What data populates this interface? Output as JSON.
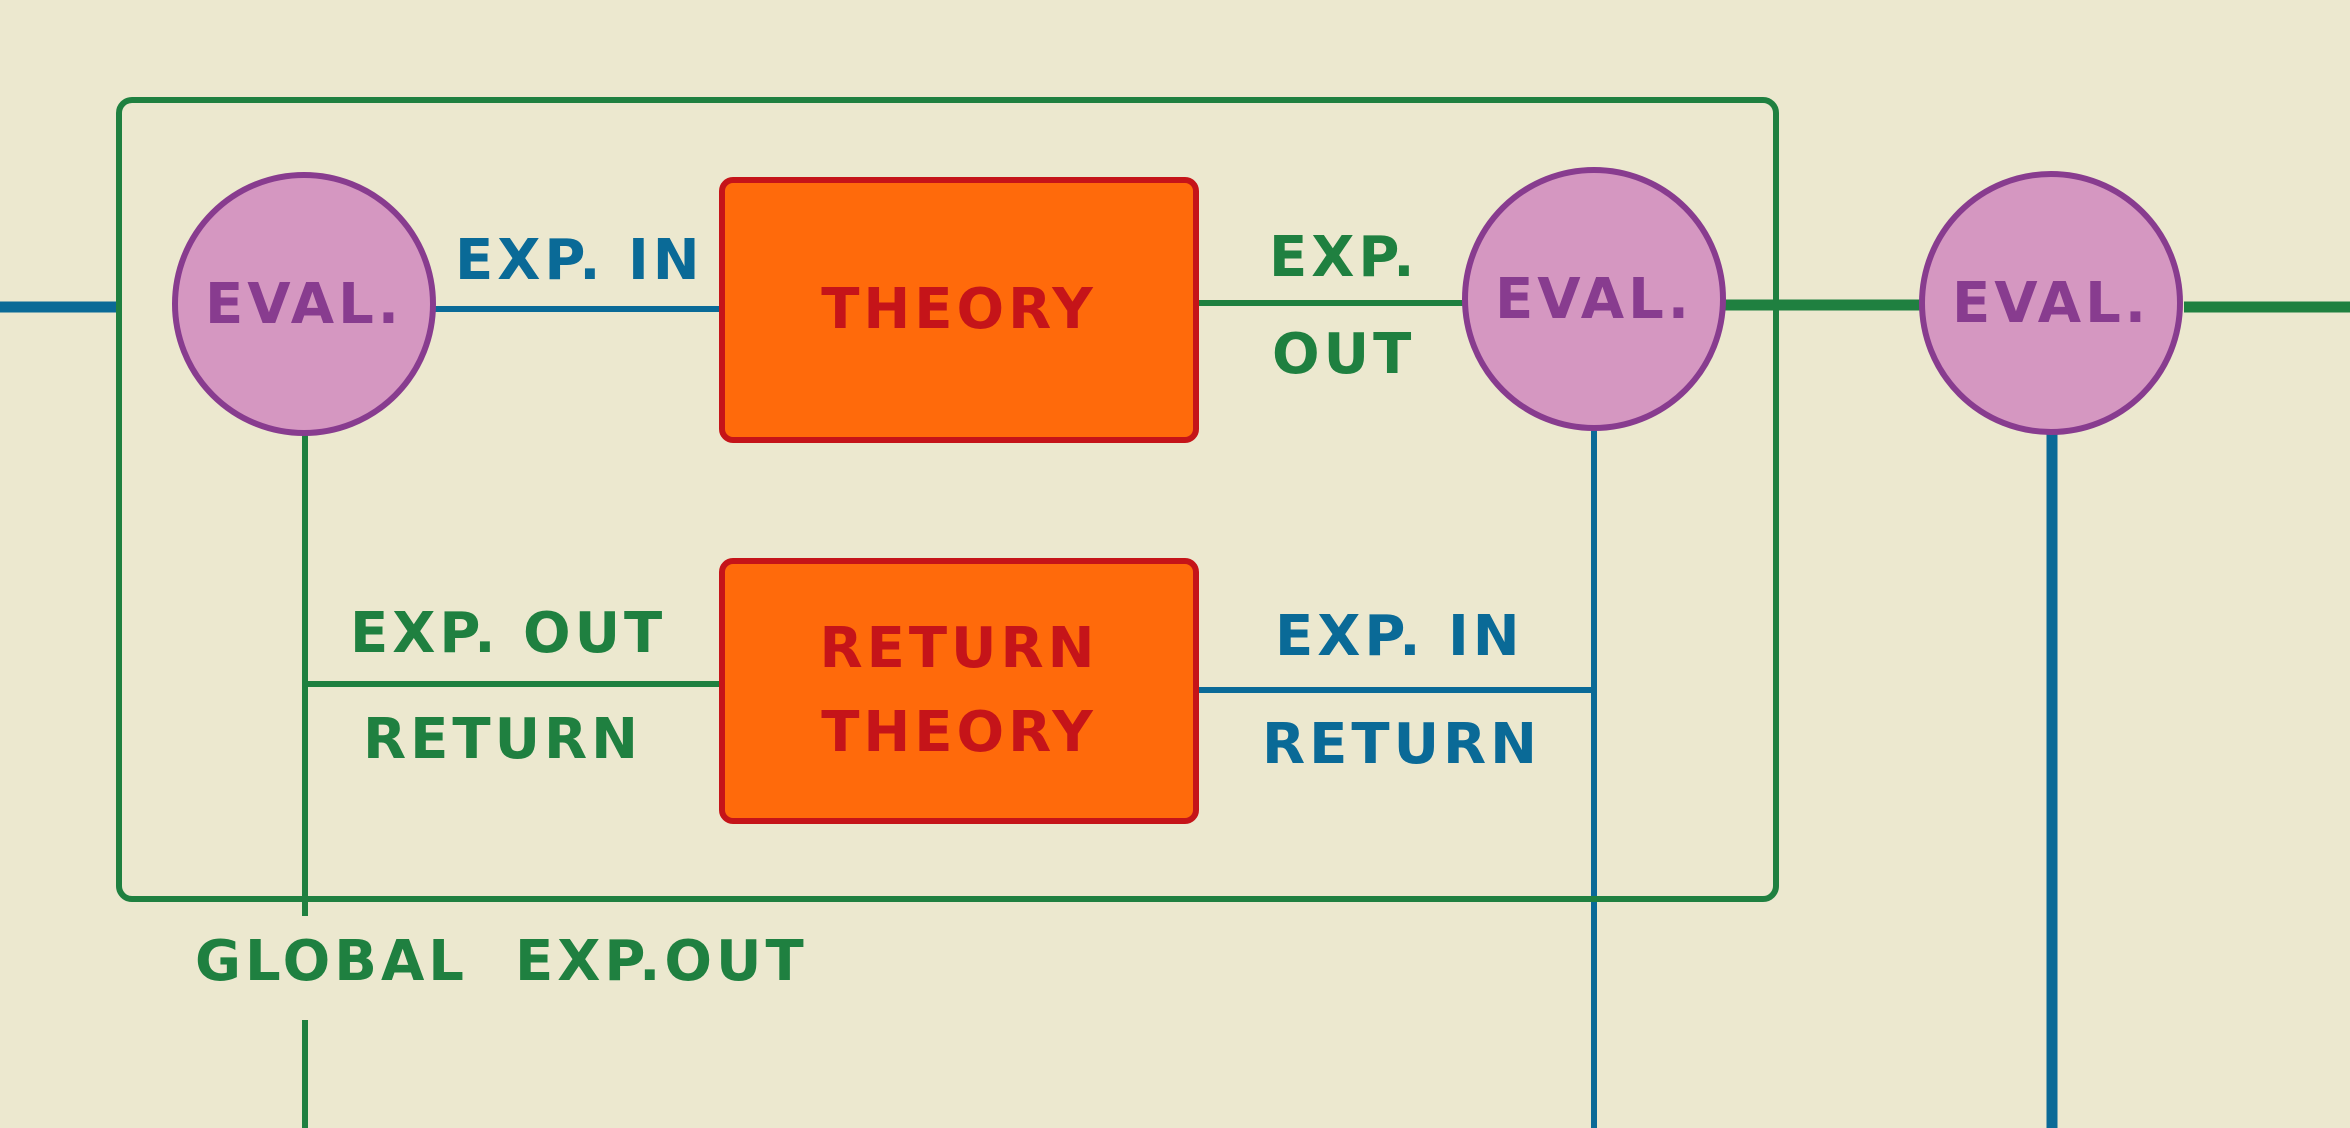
{
  "colors": {
    "background": "#ece8cf",
    "green_wire": "#1f8040",
    "blue_wire": "#0a6a97",
    "node_fill": "#d597c1",
    "node_stroke": "#883c8f",
    "box_fill": "#ff6a0b",
    "box_stroke": "#c51419"
  },
  "nodes": {
    "eval_left": "EVAL.",
    "eval_middle": "EVAL.",
    "eval_right": "EVAL."
  },
  "boxes": {
    "theory": "THEORY",
    "return_theory_line1": "RETURN",
    "return_theory_line2": "THEORY"
  },
  "labels": {
    "exp_in_top": "EXP. IN",
    "exp_out_top_line1": "EXP.",
    "exp_out_top_line2": "OUT",
    "exp_out_return_line1": "EXP. OUT",
    "exp_out_return_line2": "RETURN",
    "exp_in_return_line1": "EXP. IN",
    "exp_in_return_line2": "RETURN",
    "global_exp_out": "GLOBAL  EXP.OUT"
  }
}
